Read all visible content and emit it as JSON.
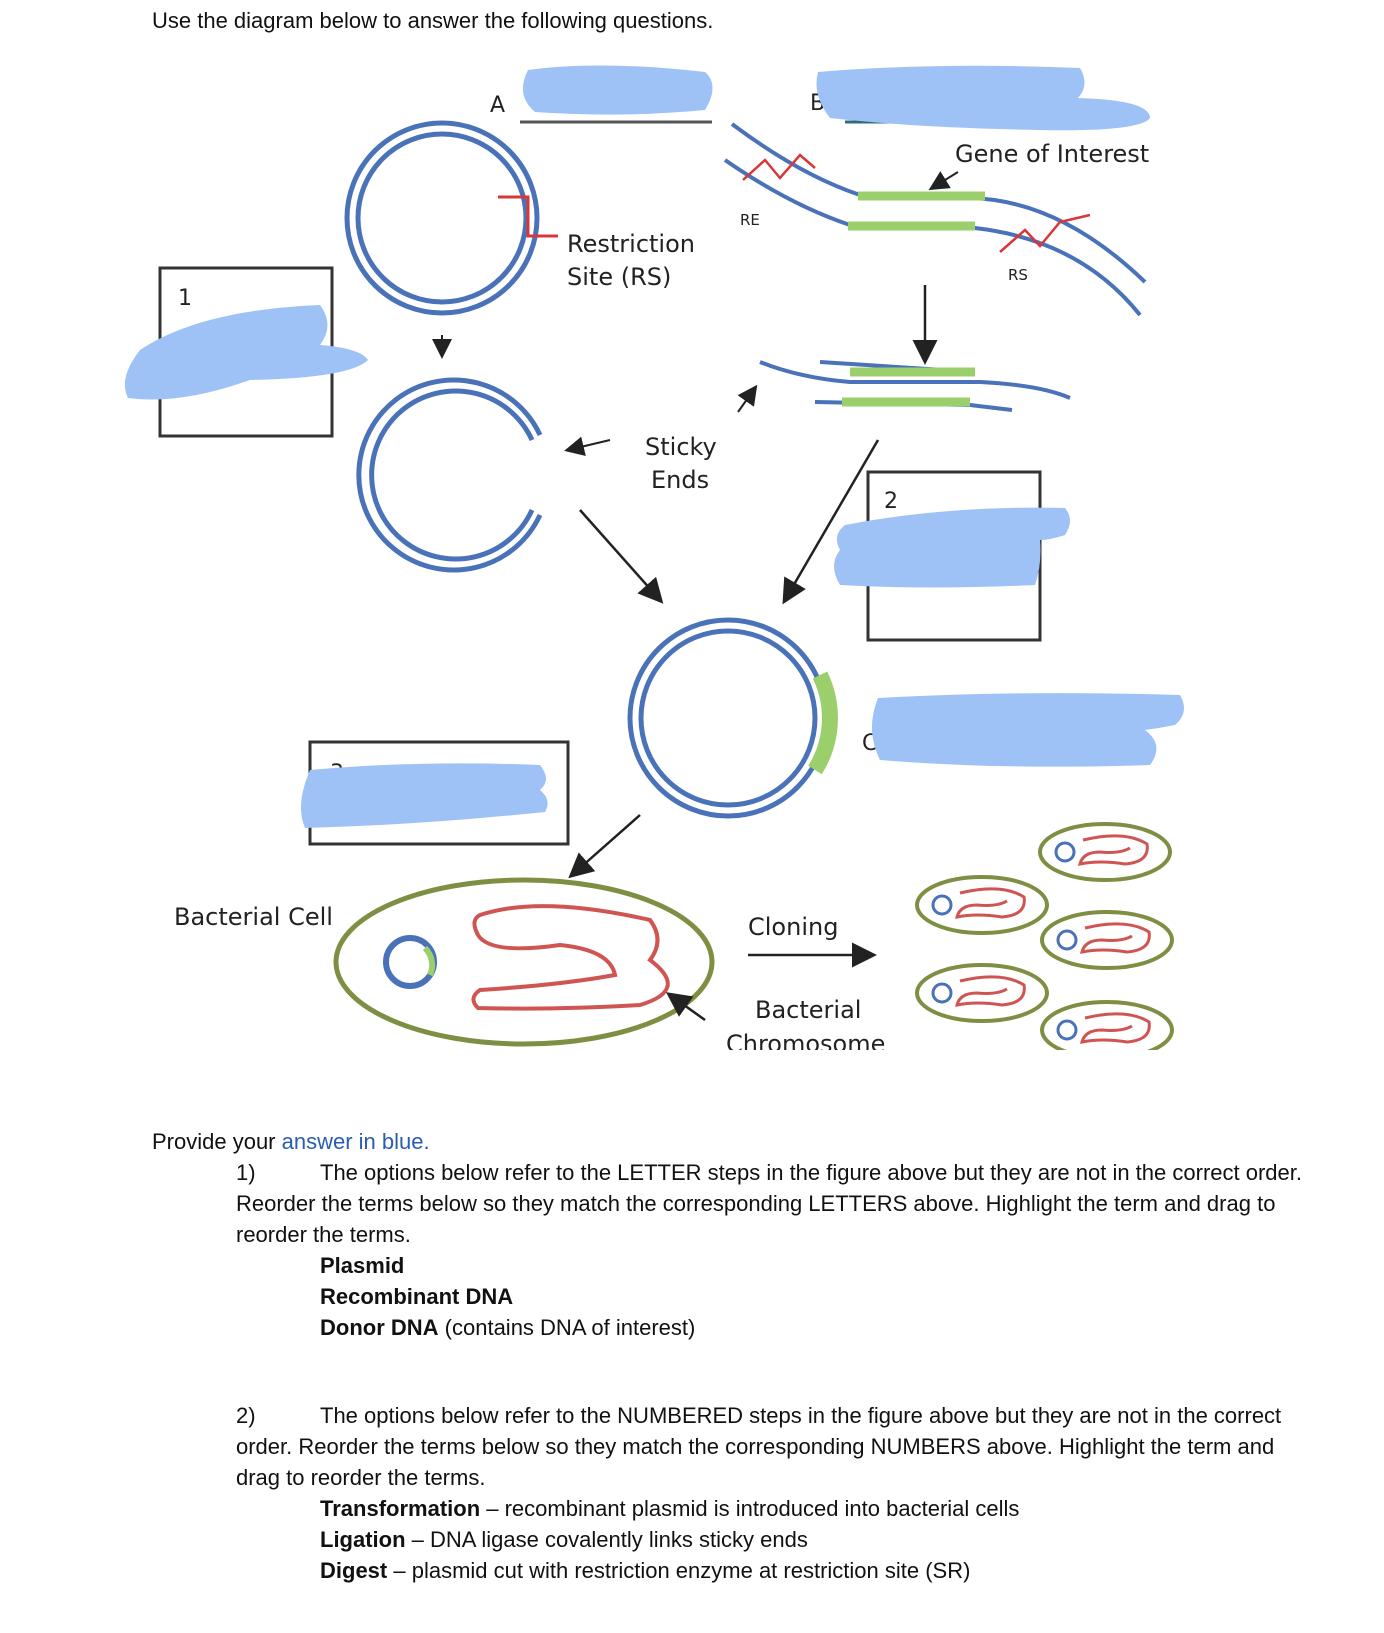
{
  "instruction": "Use the diagram below to answer the following questions.",
  "diagram": {
    "letter_a": "A",
    "letter_b": "B",
    "letter_c": "C",
    "num_1": "1",
    "num_2": "2",
    "num_3": "3",
    "gene_of_interest": "Gene of Interest",
    "re_label": "RE",
    "rs_label": "RS",
    "restriction_line1": "Restriction",
    "restriction_line2": "Site (RS)",
    "sticky_line1": "Sticky",
    "sticky_line2": "Ends",
    "bacterial_cell": "Bacterial Cell",
    "cloning": "Cloning",
    "chromosome_line1": "Bacterial",
    "chromosome_line2": "Chromosome",
    "colors": {
      "dna_blue": "#4a72b8",
      "gene_green": "#9bcf6b",
      "restriction_red": "#d9363a",
      "redaction_blue": "#9ec2f6",
      "cell_olive": "#7e8f44",
      "chromosome_red": "#cf5552"
    }
  },
  "prompt_prefix": "Provide your ",
  "prompt_blue": "answer in blue.",
  "q1": {
    "number": "1)",
    "text": "The options below refer to the LETTER steps in the figure above but they are not in the correct order. Reorder the terms below so they match the corresponding LETTERS above. Highlight the term and drag to reorder the terms.",
    "options": [
      {
        "term": "Plasmid",
        "desc": ""
      },
      {
        "term": "Recombinant DNA",
        "desc": ""
      },
      {
        "term": "Donor DNA",
        "desc": " (contains DNA of interest)"
      }
    ]
  },
  "q2": {
    "number": "2)",
    "text": "The options below refer to the NUMBERED steps in the figure above but they are not in the correct order. Reorder the terms below so they match the corresponding NUMBERS above. Highlight the term and drag to reorder the terms.",
    "options": [
      {
        "term": "Transformation",
        "desc": " – recombinant plasmid is introduced into bacterial cells"
      },
      {
        "term": "Ligation",
        "desc": " – DNA ligase covalently links sticky ends"
      },
      {
        "term": "Digest",
        "desc": " – plasmid cut with restriction enzyme at restriction site (SR)"
      }
    ]
  }
}
